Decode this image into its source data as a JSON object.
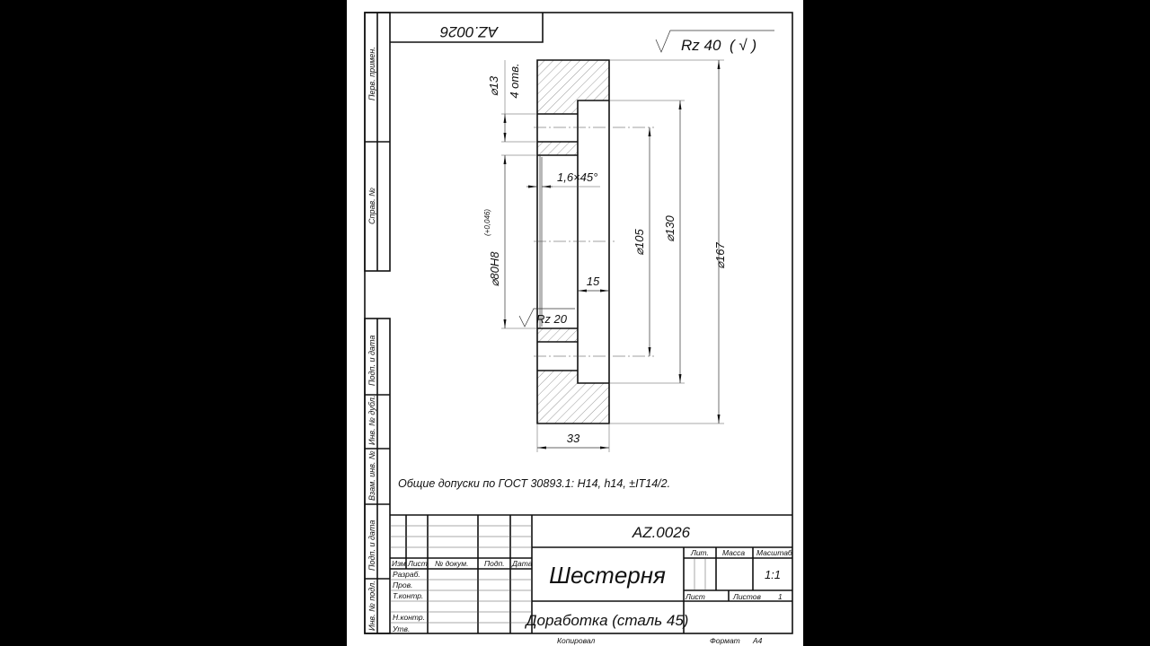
{
  "sheet": {
    "designation": "AZ.0026",
    "designation_rotated": "AZ.0026",
    "roughness_general": "Rz 40",
    "roughness_general_suffix": "( √ )",
    "general_tolerances_note": "Общие допуски по ГОСТ 30893.1: H14, h14,  ±IT14/2.",
    "copied_label": "Копировал",
    "format_label": "Формат",
    "format_value": "A4"
  },
  "left_strip": {
    "perv_primen": "Перв. примен.",
    "sprav_no": "Справ. №",
    "podp_data_1": "Подп. и дата",
    "inv_dubl": "Инв. № дубл.",
    "vzam_inv": "Взам. инв. №",
    "podp_data_2": "Подп. и дата",
    "inv_podl": "Инв. № подл."
  },
  "dimensions": {
    "hole_dia": "⌀13",
    "hole_count": "4 отв.",
    "bore": "⌀80H8",
    "bore_tolerance": "(+0,046)",
    "chamfer": "1,6×45°",
    "bore_roughness": "Rz 20",
    "recess_depth": "15",
    "bolt_circle": "⌀105",
    "recess_dia": "⌀130",
    "outer_dia": "⌀167",
    "thickness": "33"
  },
  "title_block": {
    "designation": "AZ.0026",
    "part_name": "Шестерня",
    "material": "Доработка (сталь 45)",
    "headers": {
      "izm": "Изм",
      "list": "Лист",
      "doc_no": "№ докум.",
      "podp": "Подп.",
      "data": "Дата"
    },
    "roles": [
      "Разраб.",
      "Пров.",
      "Т.контр.",
      "",
      "Н.контр.",
      "Утв."
    ],
    "lit_label": "Лит.",
    "mass_label": "Масса",
    "scale_label": "Масштаб",
    "scale_value": "1:1",
    "sheet_label": "Лист",
    "sheets_label": "Листов",
    "sheets_value": "1"
  }
}
